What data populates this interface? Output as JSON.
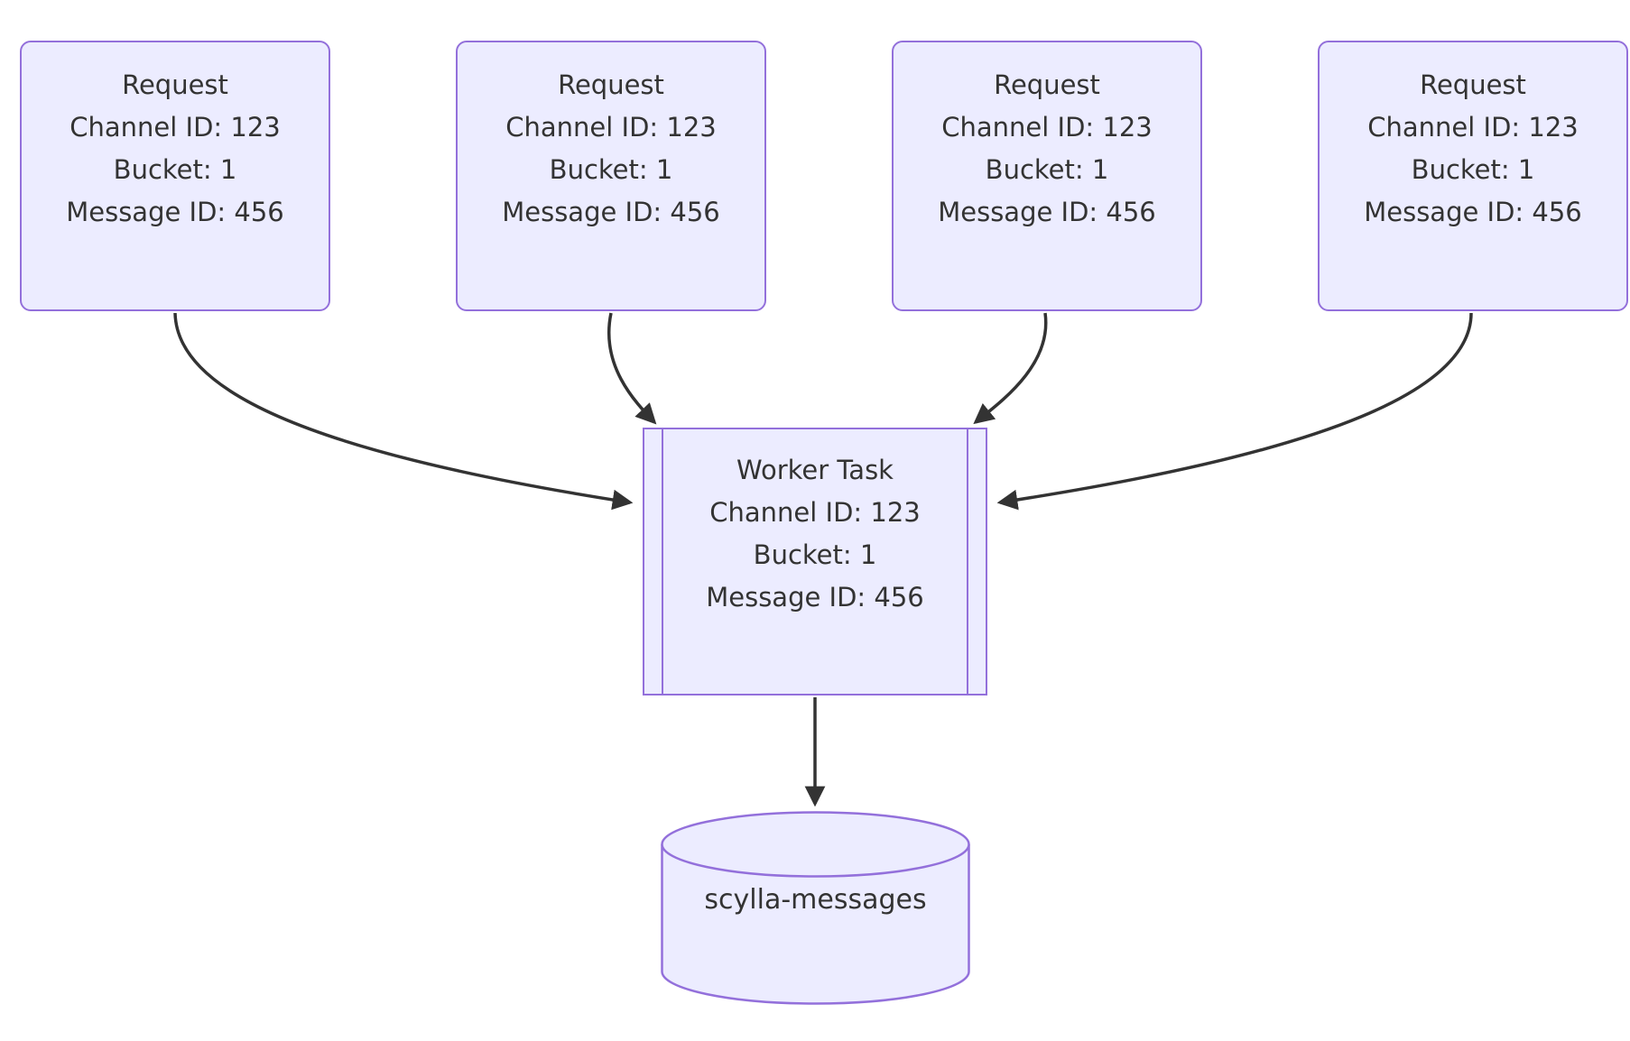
{
  "colors": {
    "node_fill": "#ECECFF",
    "node_border": "#9370DB",
    "text": "#333333",
    "arrow": "#333333",
    "background": "#ffffff"
  },
  "nodes": {
    "requests": [
      {
        "id": "request-1",
        "lines": [
          "Request",
          "Channel ID: 123",
          "Bucket: 1",
          "Message ID: 456"
        ]
      },
      {
        "id": "request-2",
        "lines": [
          "Request",
          "Channel ID: 123",
          "Bucket: 1",
          "Message ID: 456"
        ]
      },
      {
        "id": "request-3",
        "lines": [
          "Request",
          "Channel ID: 123",
          "Bucket: 1",
          "Message ID: 456"
        ]
      },
      {
        "id": "request-4",
        "lines": [
          "Request",
          "Channel ID: 123",
          "Bucket: 1",
          "Message ID: 456"
        ]
      }
    ],
    "worker_task": {
      "id": "worker-task",
      "shape": "subroutine",
      "lines": [
        "Worker Task",
        "Channel ID: 123",
        "Bucket: 1",
        "Message ID: 456"
      ]
    },
    "database": {
      "id": "scylla-messages",
      "shape": "cylinder",
      "label": "scylla-messages"
    }
  },
  "edges": [
    {
      "from": "request-1",
      "to": "worker-task"
    },
    {
      "from": "request-2",
      "to": "worker-task"
    },
    {
      "from": "request-3",
      "to": "worker-task"
    },
    {
      "from": "request-4",
      "to": "worker-task"
    },
    {
      "from": "worker-task",
      "to": "scylla-messages"
    }
  ]
}
